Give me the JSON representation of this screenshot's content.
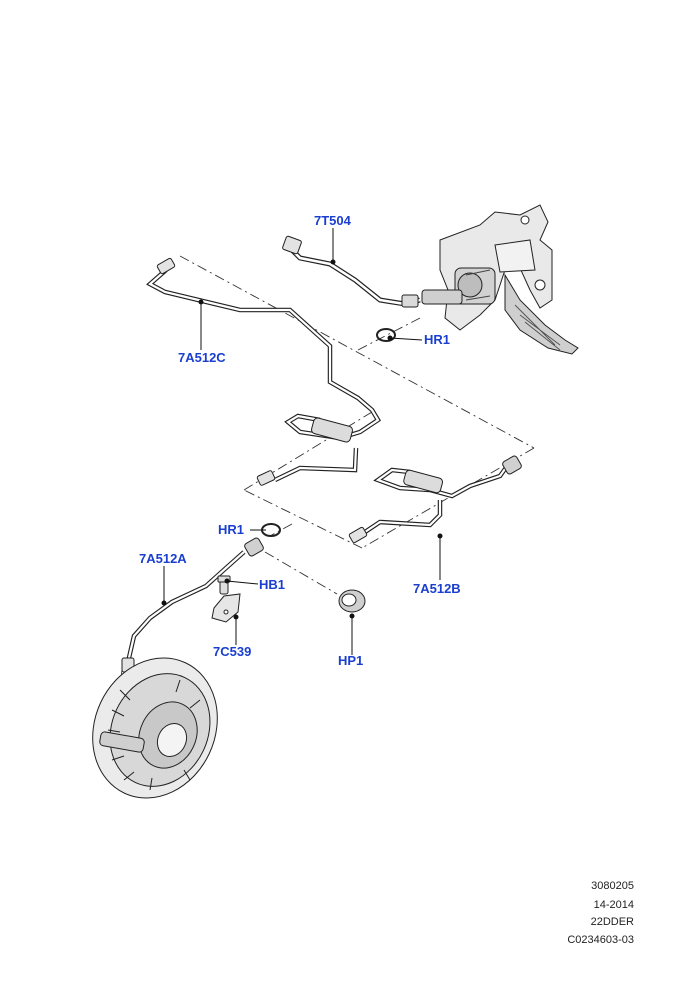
{
  "callouts": {
    "c_7t504": "7T504",
    "c_7a512c": "7A512C",
    "c_hr1_top": "HR1",
    "c_hr1_mid": "HR1",
    "c_7a512a": "7A512A",
    "c_hb1": "HB1",
    "c_7c539": "7C539",
    "c_hp1": "HP1",
    "c_7a512b": "7A512B"
  },
  "footer": {
    "line1": "3080205",
    "line2": "14-2014",
    "line3": "22DDER",
    "line4": "C0234603-03"
  },
  "colors": {
    "callout": "#1a3fcf",
    "line": "#222222",
    "part_fill": "#d8d8d8"
  }
}
